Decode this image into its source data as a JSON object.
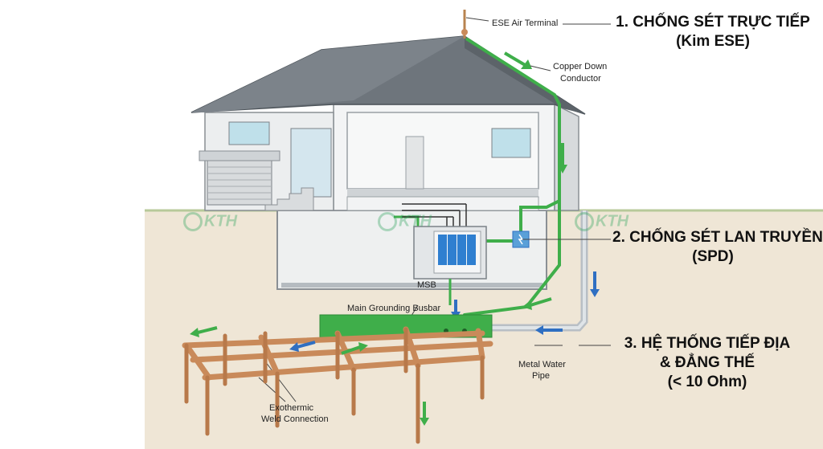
{
  "labels": {
    "air_terminal": "ESE Air Terminal",
    "down_conductor_1": "Copper Down",
    "down_conductor_2": "Conductor",
    "msb": "MSB",
    "busbar": "Main Grounding Busbar",
    "water_pipe_1": "Metal Water",
    "water_pipe_2": "Pipe",
    "weld_1": "Exothermic",
    "weld_2": "Weld Connection"
  },
  "headings": {
    "h1_line1": "1. CHỐNG SÉT TRỰC TIẾP",
    "h1_line2": "(Kim ESE)",
    "h2_line1": "2. CHỐNG SÉT LAN TRUYỀN",
    "h2_line2": "(SPD)",
    "h3_line1": "3. HỆ THỐNG TIẾP ĐỊA",
    "h3_line2": "& ĐẲNG THẾ",
    "h3_line3": "(< 10 Ohm)"
  },
  "watermark": "KTH",
  "colors": {
    "conductor_green": "#3fae4a",
    "arrow_blue": "#2f6fc2",
    "copper_rod": "#c98a5a",
    "soil": "#efe5d4"
  }
}
